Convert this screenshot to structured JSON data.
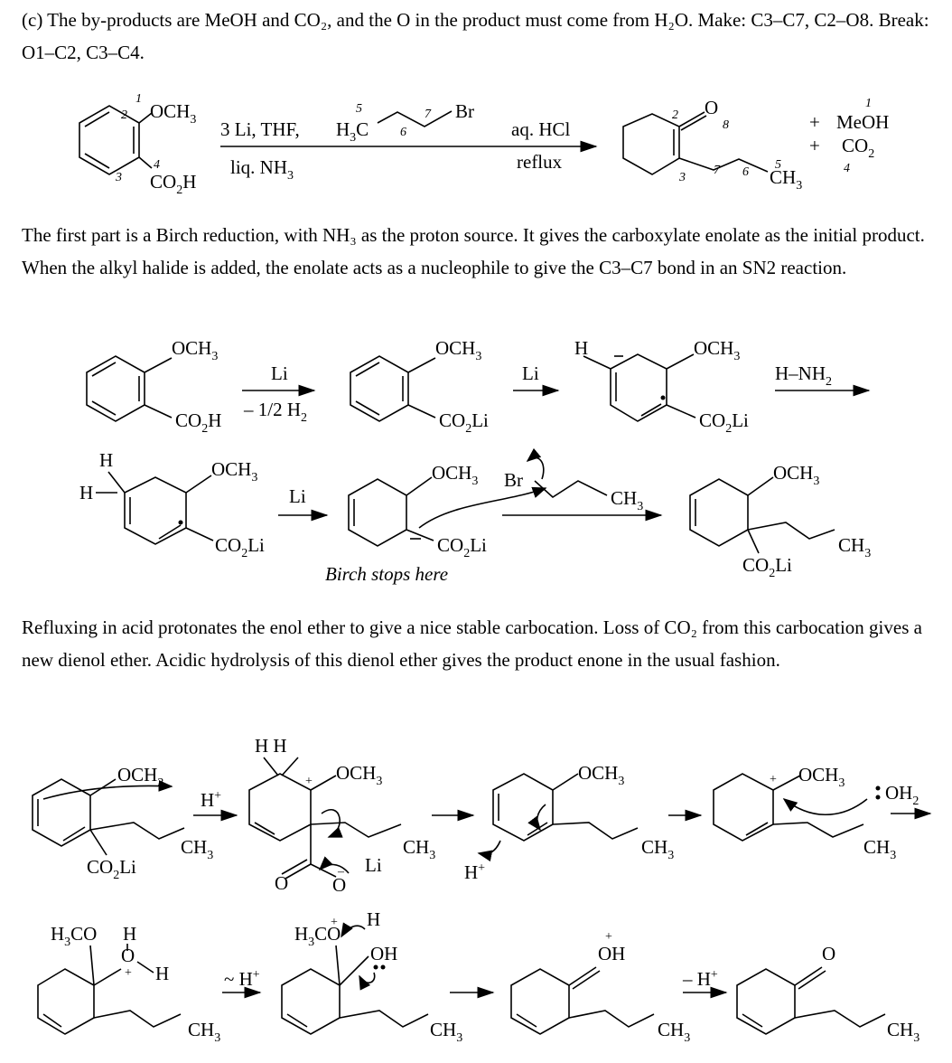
{
  "paragraphs": {
    "p1": "(c) The by-products are MeOH and CO₂, and the O in the product must come from H₂O.  Make: C3–C7, C2–O8.  Break: O1–C2, C3–C4.",
    "p2": "The first part is a Birch reduction, with NH₃ as the proton source.  It gives the carboxylate enolate as the initial product.  When the alkyl halide is added, the enolate acts as a nucleophile to give the C3–C7 bond in an SN2 reaction.",
    "p3": "Refluxing in acid protonates the enol ether to give a nice stable carbocation.  Loss of CO₂ from this carbocation gives a new dienol ether.  Acidic hydrolysis of this dienol ether gives the product enone in the usual fashion."
  },
  "overall": {
    "reagent_1a": "3 Li, THF,",
    "reagent_1b": "liq. NH",
    "reagent_2a": "aq. HCl",
    "reagent_2b": "reflux",
    "byproduct_1": "MeOH",
    "byproduct_2": "CO",
    "plus": "+",
    "bromide": "Br"
  },
  "row1": {
    "r1_top": "Li",
    "r1_bottom": "– 1/2 H",
    "r2_top": "Li",
    "r3_top": "H–NH",
    "h_label": "H"
  },
  "row2": {
    "r1_top": "Li",
    "birch_note": "Birch stops here",
    "br": "Br",
    "h1": "H",
    "h2": "H"
  },
  "row3": {
    "r1_top": "H",
    "li": "Li",
    "hplus": "H",
    "h_pair": "H  H"
  },
  "row4": {
    "r1_top": "~ H",
    "r3_top": "– H",
    "oh": "OH",
    "oplus": "O",
    "h": "H",
    "o": "O"
  },
  "groups": {
    "och3": "OCH",
    "co2h": "CO",
    "co2li": "CO",
    "ch3": "CH",
    "h3co": "H",
    "h3c": "H",
    "oh2": "OH"
  },
  "subscripts": {
    "two": "2",
    "three": "3"
  },
  "atom_numbers": {
    "n1": "1",
    "n2": "2",
    "n3": "3",
    "n4": "4",
    "n5": "5",
    "n6": "6",
    "n7": "7",
    "n8": "8"
  }
}
